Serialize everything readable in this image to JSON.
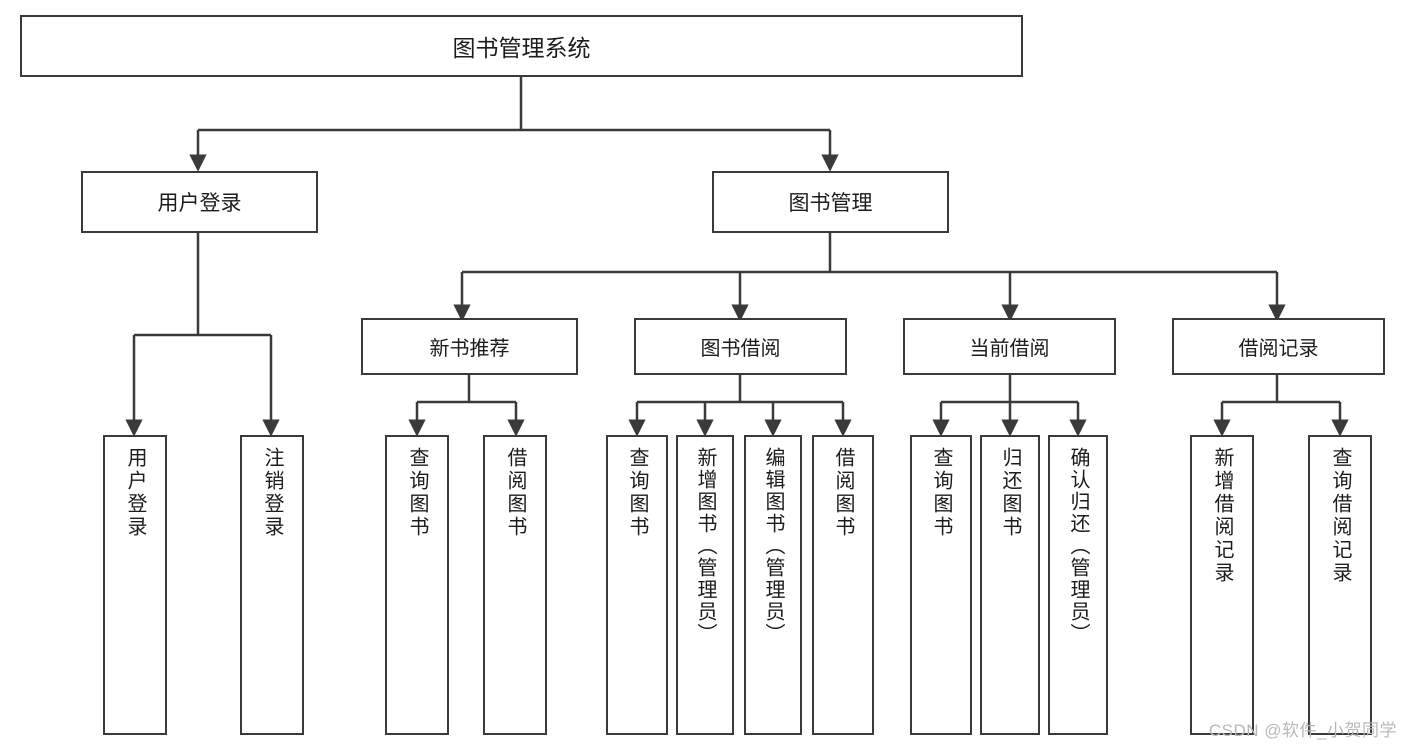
{
  "diagram": {
    "type": "hierarchy-tree",
    "title": "图书管理系统",
    "root": {
      "label": "图书管理系统"
    },
    "level2": [
      {
        "label": "用户登录"
      },
      {
        "label": "图书管理"
      }
    ],
    "level3": [
      {
        "label": "新书推荐"
      },
      {
        "label": "图书借阅"
      },
      {
        "label": "当前借阅"
      },
      {
        "label": "借阅记录"
      }
    ],
    "leaves": {
      "user_login": [
        {
          "label": "用户登录"
        },
        {
          "label": "注销登录"
        }
      ],
      "new_book_recommend": [
        {
          "label": "查询图书"
        },
        {
          "label": "借阅图书"
        }
      ],
      "book_borrow": [
        {
          "label": "查询图书"
        },
        {
          "label": "新增图书（管理员）"
        },
        {
          "label": "编辑图书（管理员）"
        },
        {
          "label": "借阅图书"
        }
      ],
      "current_borrow": [
        {
          "label": "查询图书"
        },
        {
          "label": "归还图书"
        },
        {
          "label": "确认归还（管理员）"
        }
      ],
      "borrow_records": [
        {
          "label": "新增借阅记录"
        },
        {
          "label": "查询借阅记录"
        }
      ]
    }
  },
  "watermark": {
    "text": "CSDN @软件_小贺同学"
  },
  "colors": {
    "border": "#3a3a3a",
    "text": "#1c1c1c",
    "background": "#ffffff",
    "watermark": "#b8b8b8"
  }
}
